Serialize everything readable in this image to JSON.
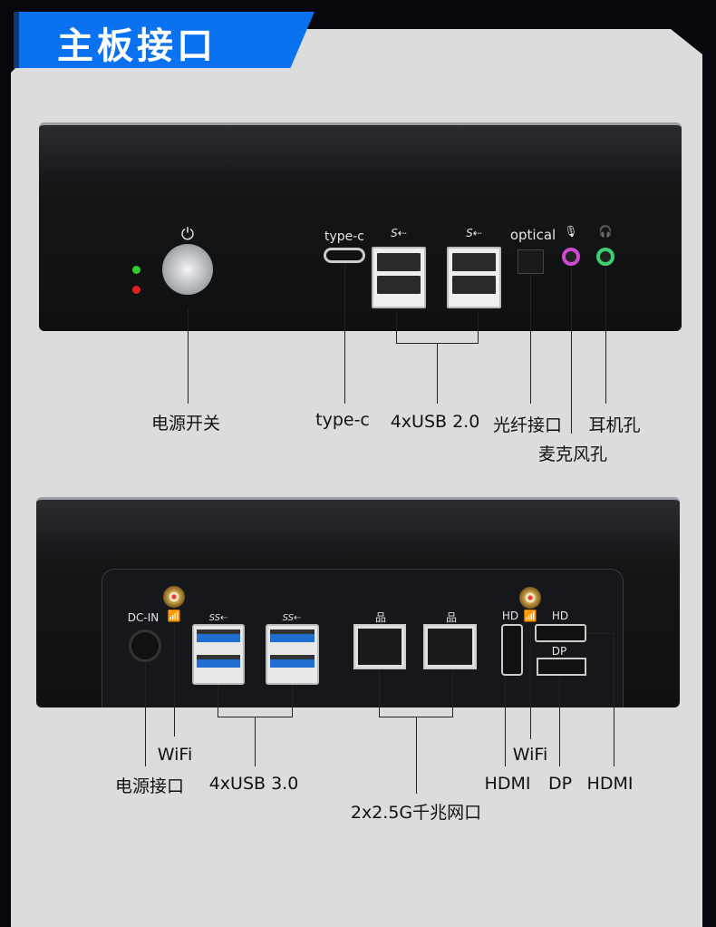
{
  "title": "主板接口",
  "front": {
    "port_labels": {
      "typec": "type-c",
      "optical": "optical"
    },
    "callouts": {
      "power": "电源开关",
      "typec": "type-c",
      "usb2": "4xUSB 2.0",
      "optical": "光纤接口",
      "mic": "麦克风孔",
      "headphone": "耳机孔"
    }
  },
  "rear": {
    "port_labels": {
      "dcin": "DC-IN",
      "hd1": "HD",
      "hd2": "HD",
      "dp": "DP"
    },
    "callouts": {
      "power": "电源接口",
      "wifi1": "WiFi",
      "usb3": "4xUSB 3.0",
      "lan": "2x2.5G千兆网口",
      "hdmi1": "HDMI",
      "wifi2": "WiFi",
      "dp": "DP",
      "hdmi2": "HDMI"
    }
  },
  "colors": {
    "banner": "#0a72f0",
    "panel": "#dcdcdc",
    "mic": "#d04ad0",
    "headphone": "#3fcf70"
  }
}
